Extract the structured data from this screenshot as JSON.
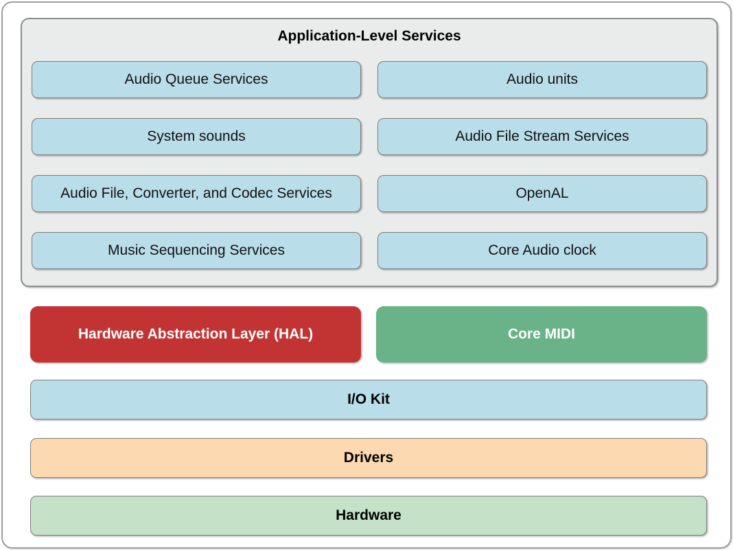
{
  "app_services": {
    "title": "Application-Level Services",
    "items": [
      "Audio Queue Services",
      "Audio units",
      "System sounds",
      "Audio File Stream Services",
      "Audio File, Converter, and Codec Services",
      "OpenAL",
      "Music Sequencing Services",
      "Core Audio clock"
    ]
  },
  "mid_row": {
    "hal_label": "Hardware Abstraction Layer (HAL)",
    "core_midi_label": "Core MIDI"
  },
  "layers": {
    "io_kit_label": "I/O Kit",
    "drivers_label": "Drivers",
    "hardware_label": "Hardware"
  },
  "colors": {
    "service_blue": "#b9dde9",
    "hal_red": "#c23434",
    "core_midi_green": "#6ab287",
    "drivers_peach": "#fcd9b0",
    "hardware_green": "#c5e1c7",
    "panel_gray": "#eaebeb",
    "border_gray": "#7d7d7d"
  }
}
